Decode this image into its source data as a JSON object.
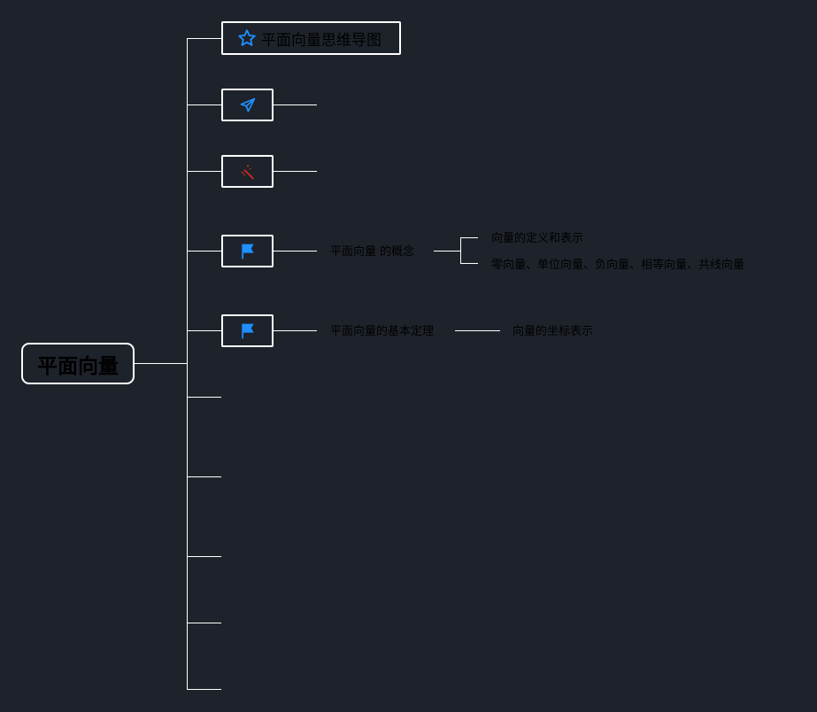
{
  "root": {
    "label": "平面向量"
  },
  "title_node": {
    "label": "平面向量思维导图",
    "icon": "star-icon",
    "icon_color": "#1e90ff"
  },
  "icon_nodes": [
    {
      "icon": "paper-plane-icon",
      "color": "#1e90ff"
    },
    {
      "icon": "magic-wand-icon",
      "color": "#cc2a1e"
    },
    {
      "icon": "flag-icon",
      "color": "#1e90ff"
    },
    {
      "icon": "flag-icon",
      "color": "#1e90ff"
    }
  ],
  "branches": {
    "concept": {
      "label": "平面向量 的概念",
      "children": [
        "向量的定义和表示",
        "零向量、单位向量、负向量、相等向量、共线向量"
      ]
    },
    "theorem": {
      "label": "平面向量的基本定理",
      "children": [
        "向量的坐标表示"
      ]
    }
  },
  "colors": {
    "background": "#1e232b",
    "connector": "#ffffff",
    "text": "#000000"
  }
}
